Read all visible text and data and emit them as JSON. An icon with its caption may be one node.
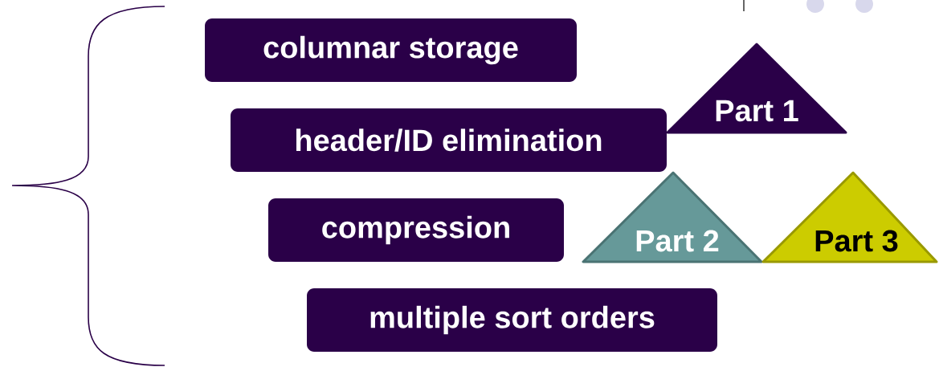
{
  "diagram": {
    "nodes": [
      {
        "text": [
          "columnar storage"
        ]
      },
      {
        "text": [
          "header/ID elimination"
        ]
      },
      {
        "text": [
          "compression"
        ]
      },
      {
        "text": [
          "multiple sort orders"
        ]
      },
      {
        "text": [
          "Part 1"
        ]
      },
      {
        "text": [
          "Part 2"
        ]
      },
      {
        "text": [
          "Part 3"
        ]
      }
    ]
  }
}
